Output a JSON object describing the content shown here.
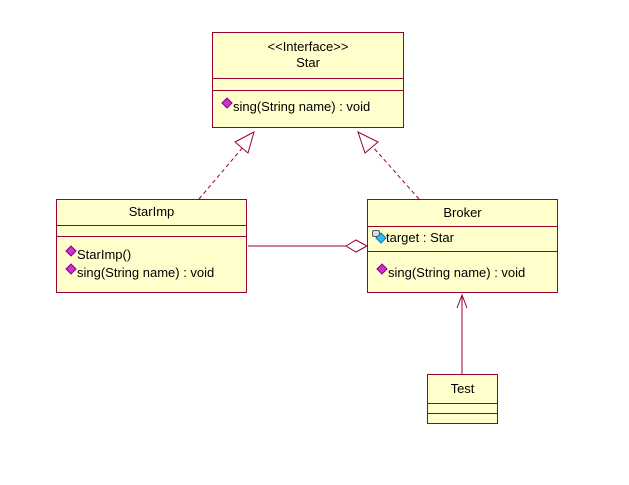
{
  "classes": {
    "star": {
      "stereotype": "<<Interface>>",
      "name": "Star",
      "operations": [
        "sing(String name) : void"
      ]
    },
    "starimp": {
      "name": "StarImp",
      "operations": [
        "StarImp()",
        "sing(String name) : void"
      ]
    },
    "broker": {
      "name": "Broker",
      "attributes": [
        "target : Star"
      ],
      "operations": [
        "sing(String name) : void"
      ]
    },
    "test": {
      "name": "Test"
    }
  },
  "colors": {
    "class_fill": "#ffffcc",
    "class_border": "#990033",
    "operation_icon": "#cc33cc",
    "attribute_icon": "#33bbee"
  },
  "icons": {
    "operation": "public-operation-icon",
    "attribute": "private-attribute-icon"
  }
}
